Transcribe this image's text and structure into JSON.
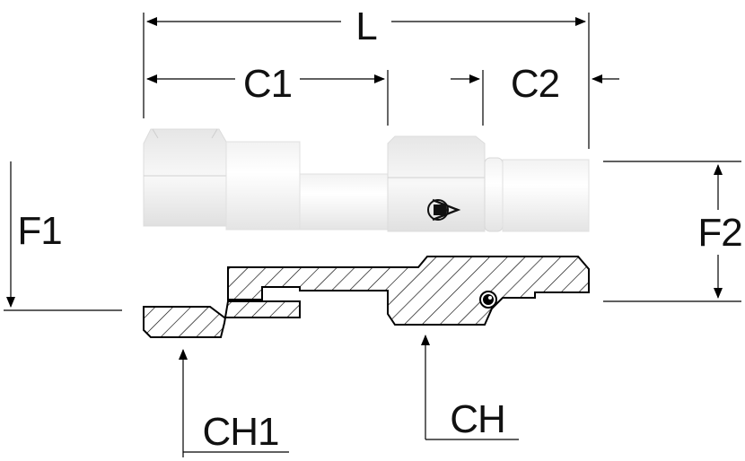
{
  "labels": {
    "L": "L",
    "C1": "C1",
    "C2": "C2",
    "F1": "F1",
    "F2": "F2",
    "CH1": "CH1",
    "CH": "CH"
  },
  "colors": {
    "line": "#000000",
    "highlight": "#ffffff",
    "shade_light": "#eeeeee",
    "shade_mid": "#d8d8d8",
    "logo": "#111111"
  },
  "icons": {
    "logo": "dunlop-arrow-logo"
  }
}
